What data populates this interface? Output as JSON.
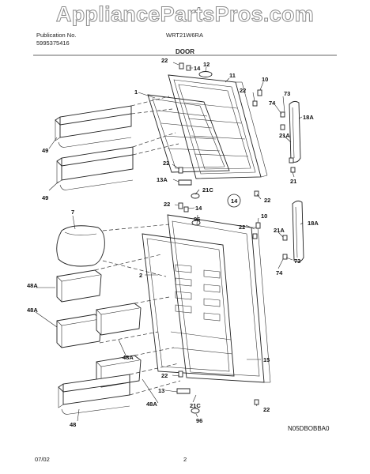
{
  "watermark": "AppliancePartsPros.com",
  "header": {
    "publication_label": "Publication No.",
    "publication_no": "5995375416",
    "model": "WRT21W6RA",
    "section": "DOOR"
  },
  "footer": {
    "date": "07/02",
    "page": "2",
    "diagram_code": "N05DBOBBA0"
  },
  "callouts": {
    "c22a": "22",
    "c14a": "14",
    "c12": "12",
    "c11": "11",
    "c10a": "10",
    "c22b": "22",
    "c73a": "73",
    "c74a": "74",
    "c18a_top": "18A",
    "c1": "1",
    "c49a": "49",
    "c21a_top": "21A",
    "c22c": "22",
    "c13a": "13A",
    "c21c_top": "21C",
    "c49b": "49",
    "c21": "21",
    "c22d": "22",
    "c14circ": "14",
    "c22e": "22",
    "c14b": "14",
    "c96a": "96",
    "c7": "7",
    "c22f": "22",
    "c10b": "10",
    "c18a_bot": "18A",
    "c21a_bot": "21A",
    "c2": "2",
    "c73b": "73",
    "c74b": "74",
    "c48a1": "48A",
    "c48a2": "48A",
    "c15": "15",
    "c22g": "22",
    "c13": "13",
    "c48a3": "48A",
    "c21c_bot": "21C",
    "c48": "48",
    "c22h": "22",
    "c96b": "96"
  }
}
